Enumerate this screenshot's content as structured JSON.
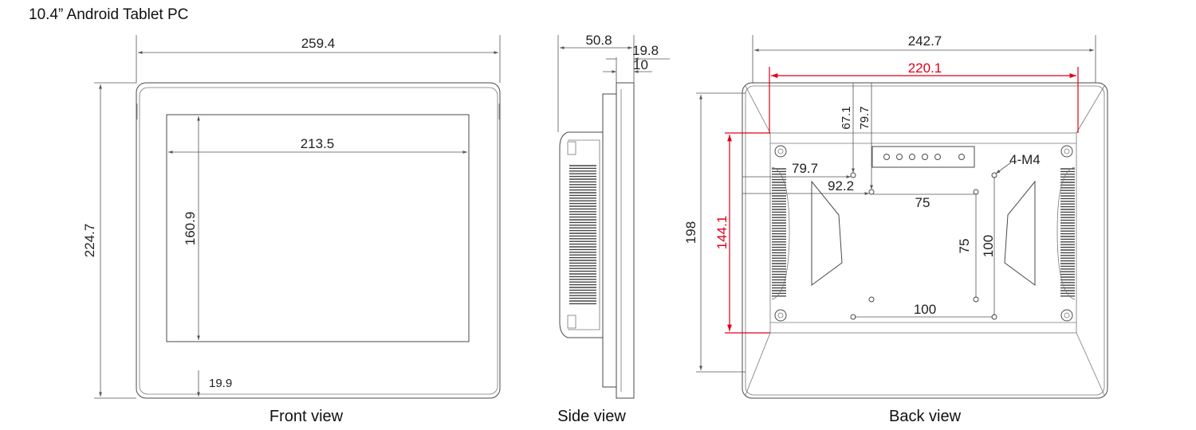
{
  "title": "10.4” Android Tablet PC",
  "views": {
    "front": {
      "caption": "Front view",
      "dims": {
        "overall_width": "259.4",
        "overall_height": "224.7",
        "screen_width": "213.5",
        "screen_height": "160.9",
        "bottom_bezel": "19.9"
      }
    },
    "side": {
      "caption": "Side view",
      "dims": {
        "total_depth": "50.8",
        "flange_depth": "19.8",
        "front_frame": "10"
      }
    },
    "back": {
      "caption": "Back view",
      "dims": {
        "overall_width": "242.7",
        "cutout_width": "220.1",
        "overall_height": "198",
        "cutout_height": "144.1",
        "hole_v1": "67.1",
        "hole_v2": "79.7",
        "hole_h1": "79.7",
        "hole_h2": "92.2",
        "vesa_small_h": "75",
        "vesa_small_v": "75",
        "vesa_large_h": "100",
        "vesa_large_v": "100",
        "screw_spec": "4-M4"
      }
    }
  },
  "colors": {
    "line": "#4a4a4a",
    "highlight": "#e0001a"
  }
}
